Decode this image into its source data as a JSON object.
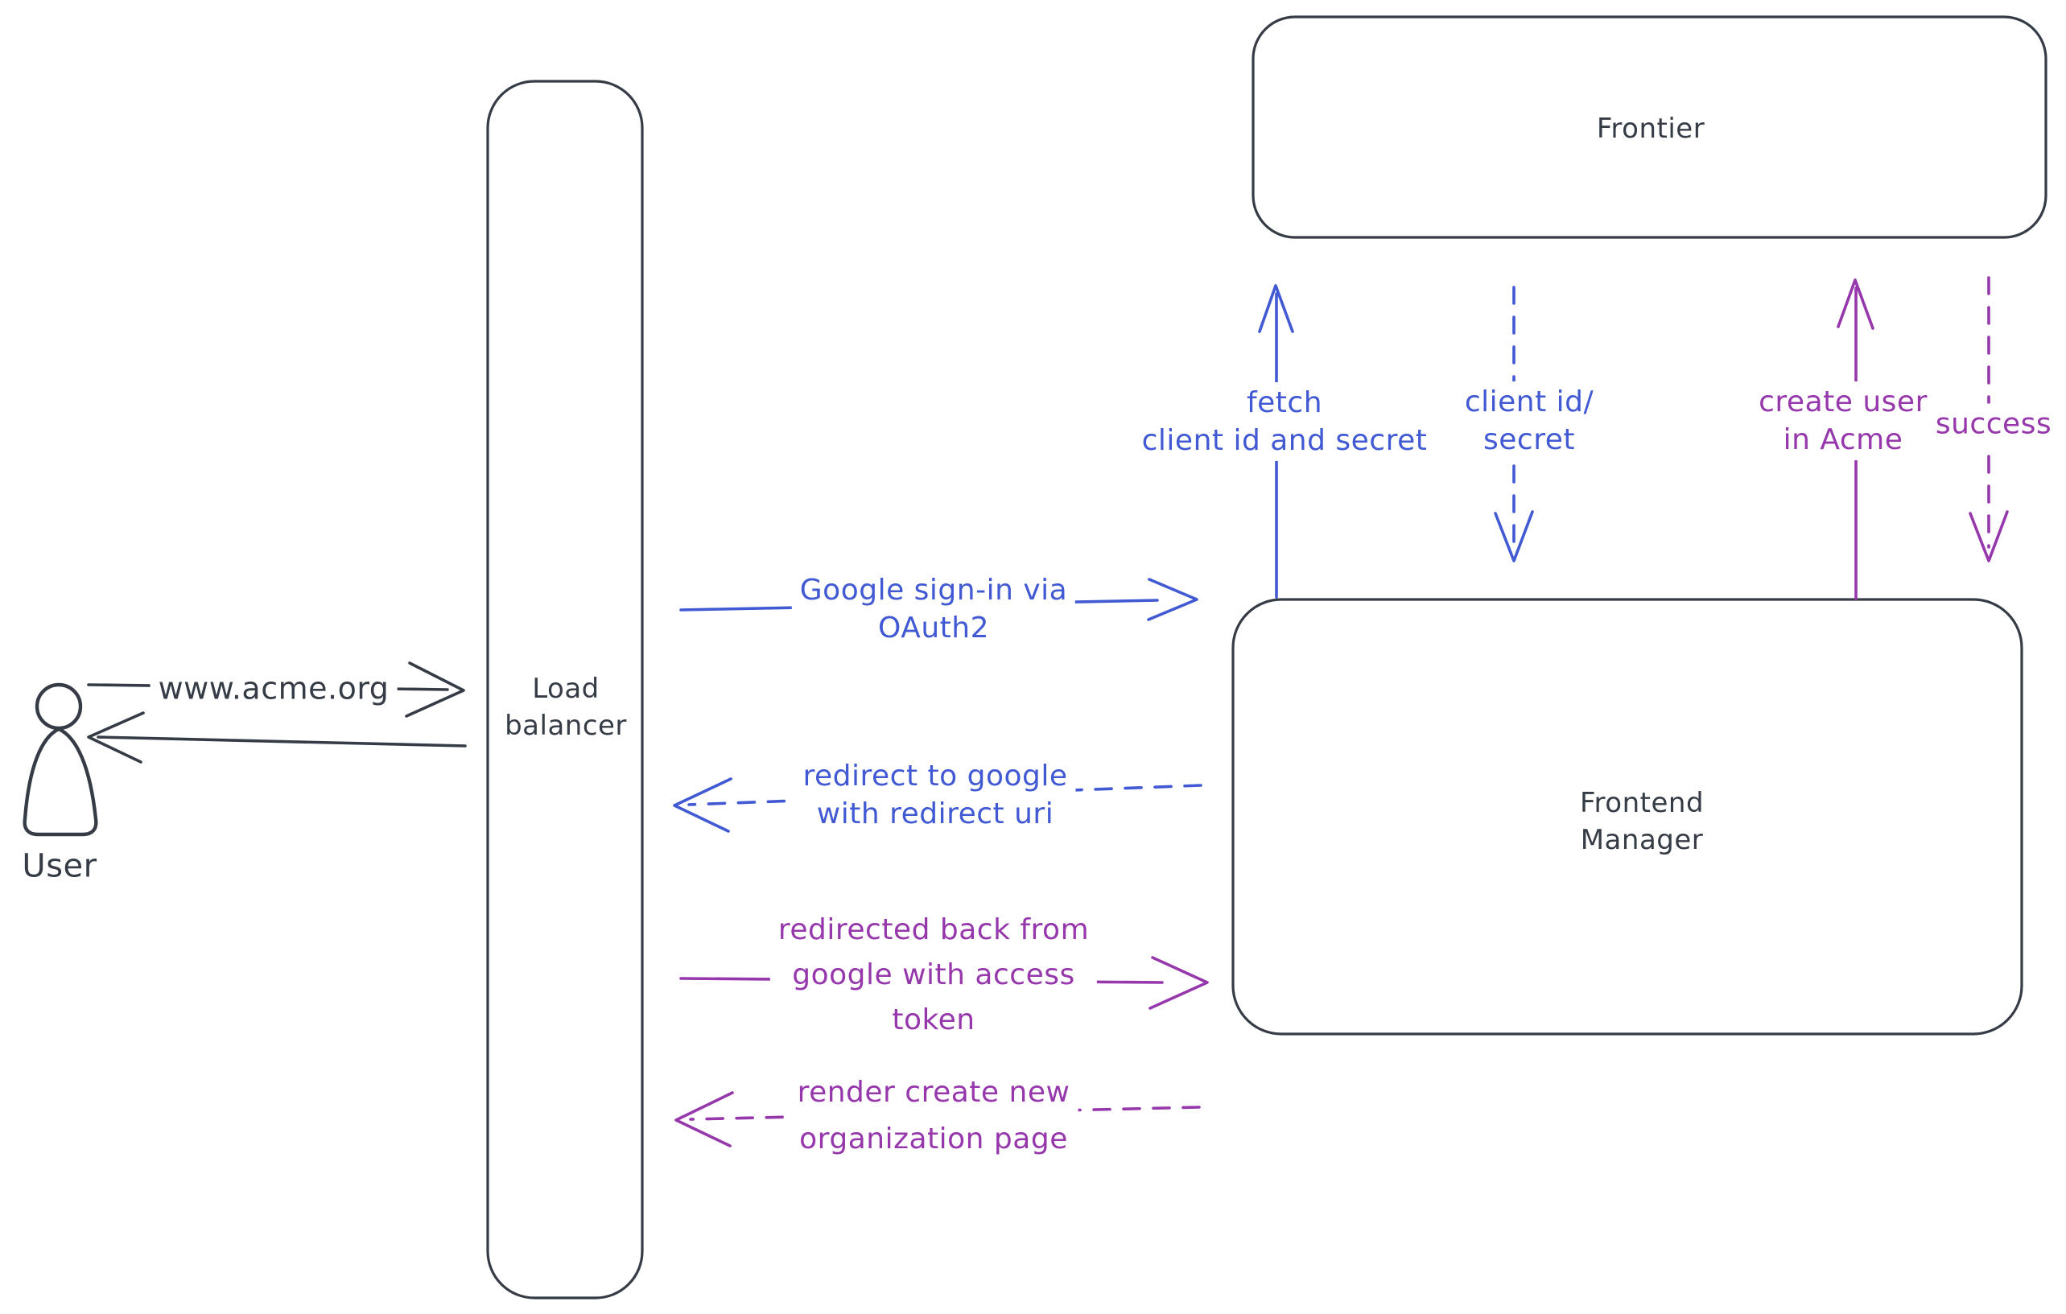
{
  "colors": {
    "stroke": "#363c46",
    "blue": "#4159d2",
    "purple": "#9637ac",
    "hatch": "#c9d2db"
  },
  "nodes": {
    "user": {
      "label": "User"
    },
    "load_balancer": {
      "line1": "Load",
      "line2": "balancer"
    },
    "frontier": {
      "label": "Frontier"
    },
    "frontend_manager": {
      "line1": "Frontend",
      "line2": "Manager"
    }
  },
  "edges": {
    "www_acme": {
      "label": "www.acme.org",
      "style": "solid",
      "from": "user",
      "to": "load_balancer"
    },
    "user_return": {
      "label": "",
      "style": "solid",
      "from": "load_balancer",
      "to": "user"
    },
    "google_signin": {
      "line1": "Google sign-in via",
      "line2": "OAuth2",
      "style": "solid",
      "from": "load_balancer",
      "to": "frontend_manager"
    },
    "redirect_google": {
      "line1": "redirect to google",
      "line2": "with redirect uri",
      "style": "dashed",
      "from": "frontend_manager",
      "to": "load_balancer"
    },
    "fetch_secret": {
      "line1": "fetch",
      "line2": "client id and secret",
      "style": "solid",
      "from": "frontend_manager",
      "to": "frontier"
    },
    "client_id_secret": {
      "line1": "client id/",
      "line2": "secret",
      "style": "dashed",
      "from": "frontier",
      "to": "frontend_manager"
    },
    "create_user": {
      "line1": "create user",
      "line2": "in Acme",
      "style": "solid",
      "from": "frontend_manager",
      "to": "frontier"
    },
    "success": {
      "label": "success",
      "style": "dashed",
      "from": "frontier",
      "to": "frontend_manager"
    },
    "redirected_back": {
      "line1": "redirected back from",
      "line2": "google with access",
      "line3": "token",
      "style": "solid",
      "from": "load_balancer",
      "to": "frontend_manager"
    },
    "render_org": {
      "line1": "render create new",
      "line2": "organization page",
      "style": "dashed",
      "from": "frontend_manager",
      "to": "load_balancer"
    }
  }
}
